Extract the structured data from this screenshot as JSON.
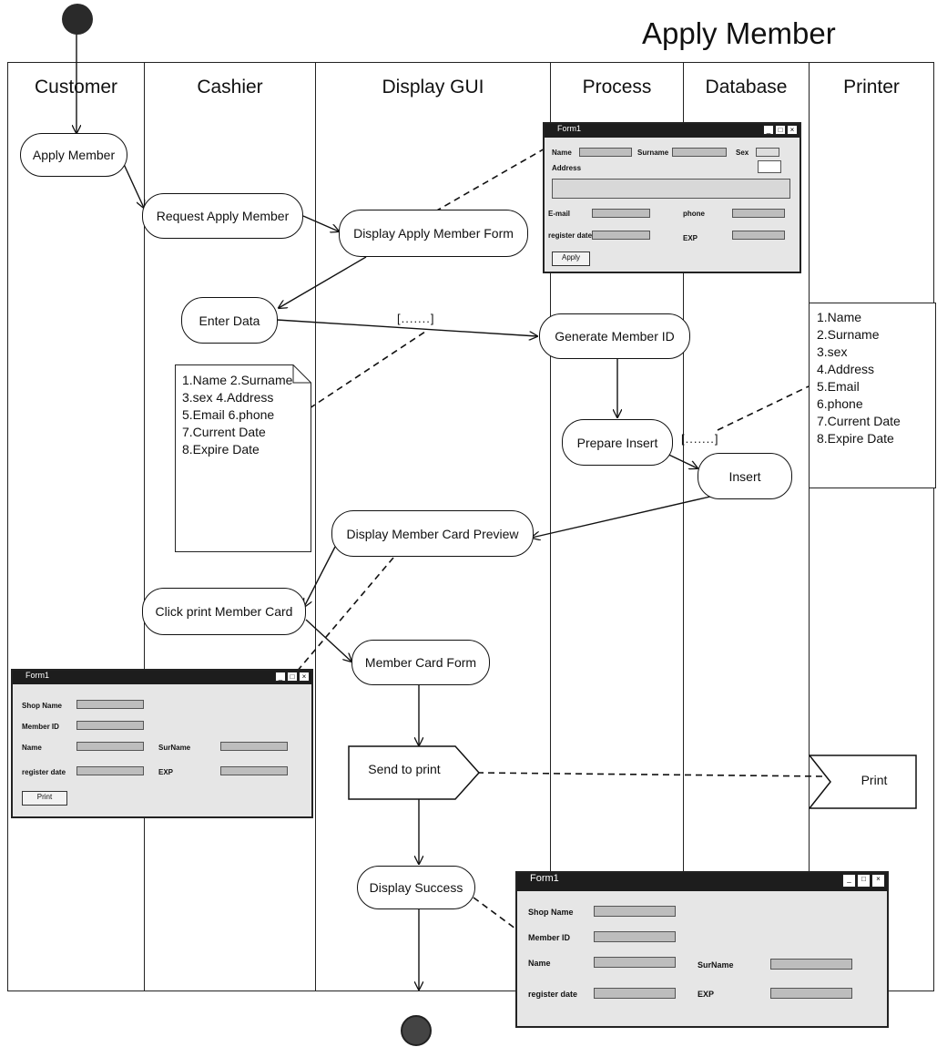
{
  "title": "Apply Member",
  "lanes": [
    "Customer",
    "Cashier",
    "Display GUI",
    "Process",
    "Database",
    "Printer"
  ],
  "nodes": {
    "apply_member": "Apply Member",
    "request_apply": "Request Apply Member",
    "display_form": "Display Apply Member Form",
    "enter_data": "Enter Data",
    "generate_id": "Generate Member ID",
    "prepare_insert": "Prepare Insert",
    "insert": "Insert",
    "card_preview": "Display Member Card Preview",
    "click_print": "Click print Member Card",
    "card_form": "Member Card Form",
    "send_print": "Send to print",
    "print": "Print",
    "display_success": "Display Success"
  },
  "guards": {
    "g1": "[.......]",
    "g2": "[.......]"
  },
  "note_left": [
    "1.Name",
    "2.Surname",
    "3.sex",
    "4.Address",
    "5.Email",
    "6.phone",
    "7.Current Date",
    "8.Expire Date"
  ],
  "note_right": [
    "1.Name",
    "2.Surname",
    "3.sex",
    "4.Address",
    "5.Email",
    "6.phone",
    "7.Current Date",
    "8.Expire Date"
  ],
  "form_apply": {
    "title": "Form1",
    "name": "Name",
    "surname": "Surname",
    "sex": "Sex",
    "address": "Address",
    "email": "E-mail",
    "phone": "phone",
    "register": "register date",
    "exp": "EXP",
    "apply": "Apply"
  },
  "form_card": {
    "title": "Form1",
    "shop": "Shop Name",
    "member_id": "Member ID",
    "name": "Name",
    "surname": "SurName",
    "register": "register date",
    "exp": "EXP",
    "print": "Print"
  },
  "form_card2": {
    "title": "Form1",
    "shop": "Shop Name",
    "member_id": "Member ID",
    "name": "Name",
    "surname": "SurName",
    "register": "register date",
    "exp": "EXP"
  }
}
